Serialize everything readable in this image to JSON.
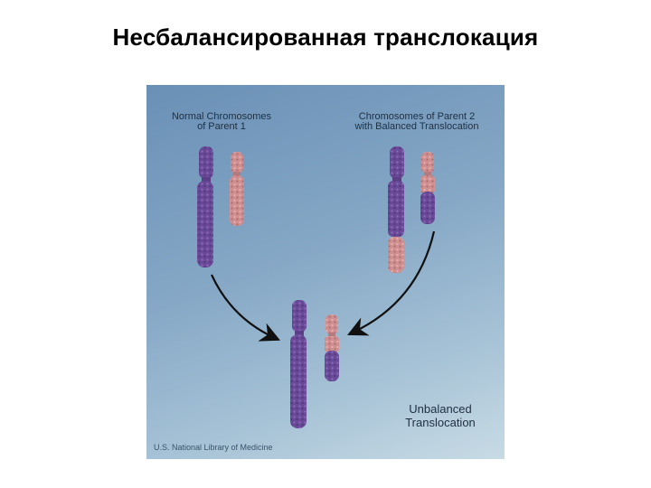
{
  "title": "Несбалансированная транслокация",
  "figure": {
    "parent1_label": [
      "Normal Chromosomes",
      "of Parent 1"
    ],
    "parent2_label": [
      "Chromosomes of Parent 2",
      "with Balanced Translocation"
    ],
    "result_label": [
      "Unbalanced",
      "Translocation"
    ],
    "credit": "U.S. National Library of Medicine",
    "colors": {
      "purple_chromosome": "#6a4a98",
      "pink_chromosome": "#cf8e8f",
      "arrow": "#101010"
    }
  }
}
